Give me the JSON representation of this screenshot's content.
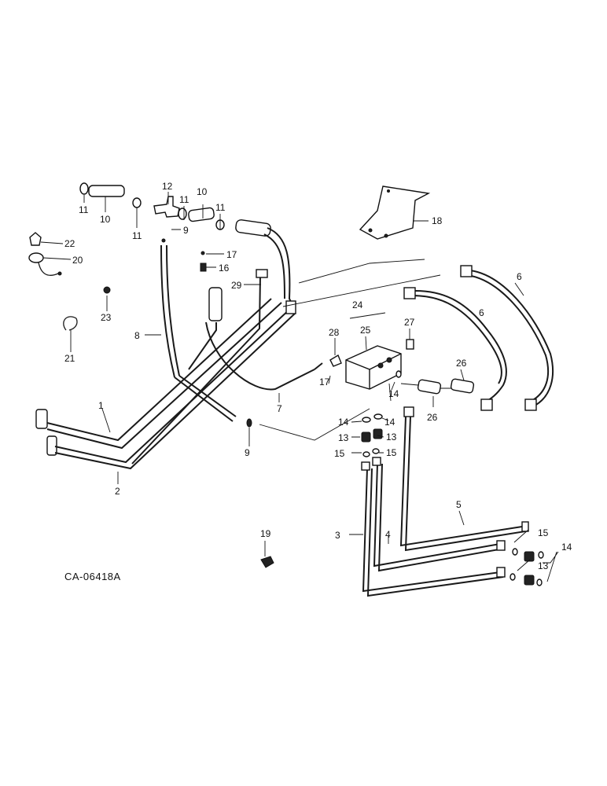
{
  "drawing": {
    "code": "CA-06418A"
  },
  "callouts": {
    "c1": "1",
    "c2": "2",
    "c3": "3",
    "c4": "4",
    "c5": "5",
    "c6a": "6",
    "c6b": "6",
    "c7": "7",
    "c8": "8",
    "c9a": "9",
    "c9b": "9",
    "c10a": "10",
    "c10b": "10",
    "c11a": "11",
    "c11b": "11",
    "c11c": "11",
    "c11d": "11",
    "c12": "12",
    "c13a": "13",
    "c13b": "13",
    "c13c": "13",
    "c14a": "14",
    "c14b": "14",
    "c14c": "14",
    "c14d": "14",
    "c15a": "15",
    "c15b": "15",
    "c15c": "15",
    "c16": "16",
    "c17a": "17",
    "c17b": "17",
    "c18": "18",
    "c19": "19",
    "c20": "20",
    "c21": "21",
    "c22": "22",
    "c23": "23",
    "c24": "24",
    "c25": "25",
    "c26a": "26",
    "c26b": "26",
    "c27": "27",
    "c28": "28",
    "c29": "29"
  }
}
